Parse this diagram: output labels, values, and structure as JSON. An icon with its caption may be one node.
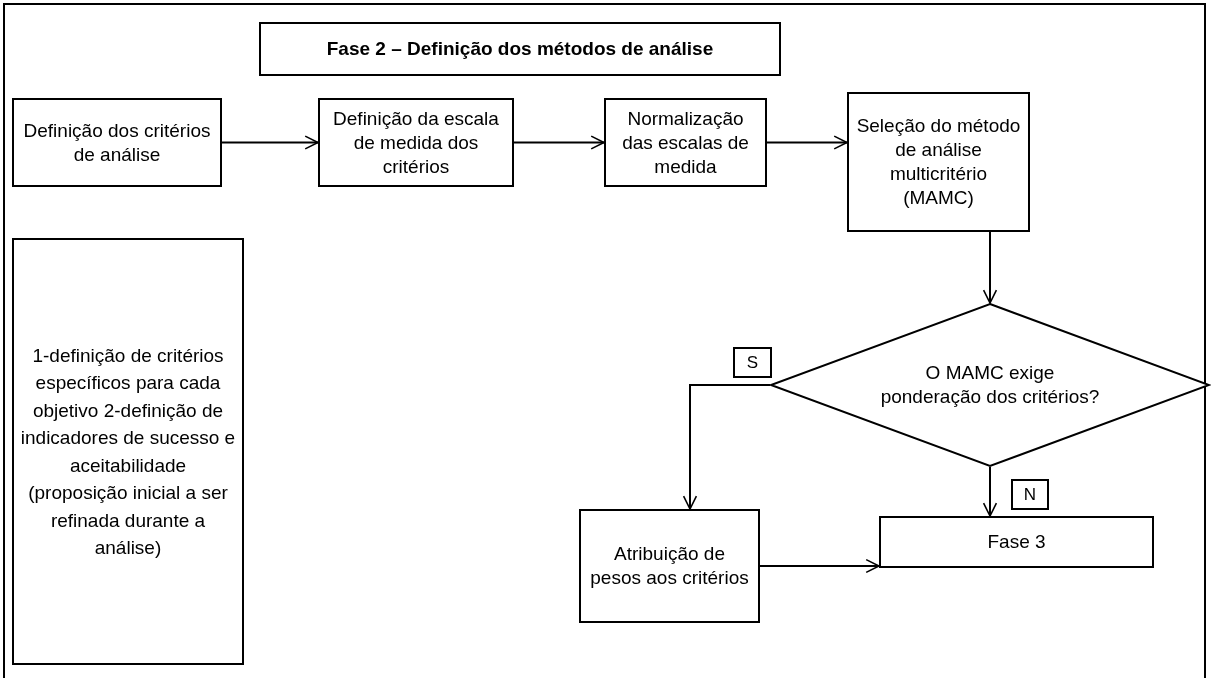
{
  "diagram": {
    "title": "Fase 2 – Definição dos métodos de análise",
    "nodes": [
      {
        "text": [
          "Definição dos critérios de análise"
        ]
      },
      {
        "text": [
          "Definição da escala de medida dos critérios"
        ]
      },
      {
        "text": [
          "Normalização das escalas de medida"
        ]
      },
      {
        "text": [
          "Seleção do método de análise multicritério (MAMC)"
        ]
      },
      {
        "text": [
          "1-definição de critérios específicos para cada objetivo 2-definição de indicadores de sucesso e aceitabilidade (proposição inicial a ser refinada durante a análise)"
        ]
      },
      {
        "text": [
          "O MAMC exige ponderação dos critérios?"
        ]
      },
      {
        "text": [
          "S"
        ]
      },
      {
        "text": [
          "Atribuição de pesos aos critérios"
        ]
      },
      {
        "text": [
          "N"
        ]
      },
      {
        "text": [
          "Fase 3"
        ]
      }
    ],
    "edges": [
      {
        "from": 0,
        "to": 1,
        "arrow": "to"
      },
      {
        "from": 1,
        "to": 2,
        "arrow": "to"
      },
      {
        "from": 2,
        "to": 3,
        "arrow": "to"
      },
      {
        "from": 3,
        "to": 5,
        "arrow": "to"
      },
      {
        "from": 5,
        "to": 7,
        "arrow": "to"
      },
      {
        "from": 5,
        "to": 9,
        "arrow": "to"
      },
      {
        "from": 7,
        "to": 9,
        "arrow": "to"
      }
    ]
  }
}
